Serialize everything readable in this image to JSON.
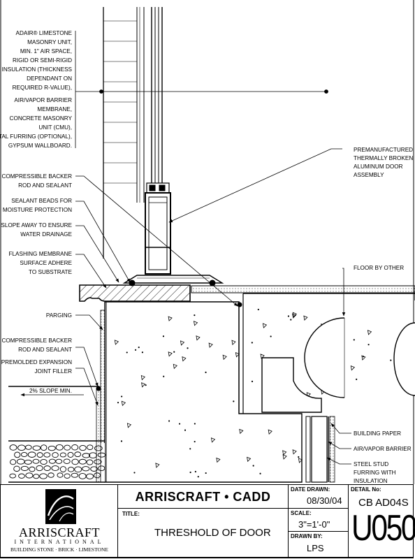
{
  "labels": {
    "adair": [
      "ADAIR® LIMESTONE",
      "MASONRY UNIT,",
      "MIN. 1\" AIR SPACE,",
      "RIGID OR SEMI-RIGID",
      "INSULATION (THICKNESS",
      "DEPENDANT ON",
      "REQUIRED R-VALUE),",
      "AIR/VAPOR BARRIER",
      "MEMBRANE,",
      "CONCRETE MASONRY",
      "UNIT (CMU),",
      "METAL FURRING (OPTIONAL),",
      "GYPSUM WALLBOARD."
    ],
    "door": [
      "PREMANUFACTURED",
      "THERMALLY BROKEN",
      "ALUMINUM DOOR",
      "ASSEMBLY"
    ],
    "backer_top": [
      "COMPRESSIBLE BACKER",
      "ROD AND SEALANT"
    ],
    "sealant_beads": [
      "SEALANT BEADS FOR",
      "MOISTURE PROTECTION"
    ],
    "slope_away": [
      "SLOPE AWAY TO ENSURE",
      "WATER DRAINAGE"
    ],
    "flashing": [
      "FLASHING MEMBRANE",
      "SURFACE ADHERE",
      "TO SUBSTRATE"
    ],
    "floor": "FLOOR BY OTHER",
    "parging": "PARGING",
    "backer_bottom": [
      "COMPRESSIBLE BACKER",
      "ROD AND SEALANT"
    ],
    "expansion": [
      "PREMOLDED EXPANSION",
      "JOINT FILLER"
    ],
    "slope_min": "2% SLOPE MIN.",
    "building_paper": "BUILDING PAPER",
    "air_vapor": "AIR/VAPOR BARRIER",
    "steel_stud": [
      "STEEL STUD",
      "FURRING WITH",
      "INSULATION"
    ]
  },
  "title_block": {
    "logo_word": "ARRISCRAFT",
    "logo_intl": "INTERNATIONAL",
    "logo_tag": "BUILDING STONE · BRICK · LIMESTONE",
    "company": "ARRISCRAFT • CADD",
    "title_label": "TITLE:",
    "title": "THRESHOLD OF DOOR",
    "date_label": "DATE DRAWN:",
    "date": "08/30/04",
    "scale_label": "SCALE:",
    "scale": "3\"=1'-0\"",
    "drawn_label": "DRAWN BY:",
    "drawn": "LPS",
    "detail_label": "DETAIL No:",
    "detail_code": "CB AD04S",
    "detail_number": "U050"
  }
}
